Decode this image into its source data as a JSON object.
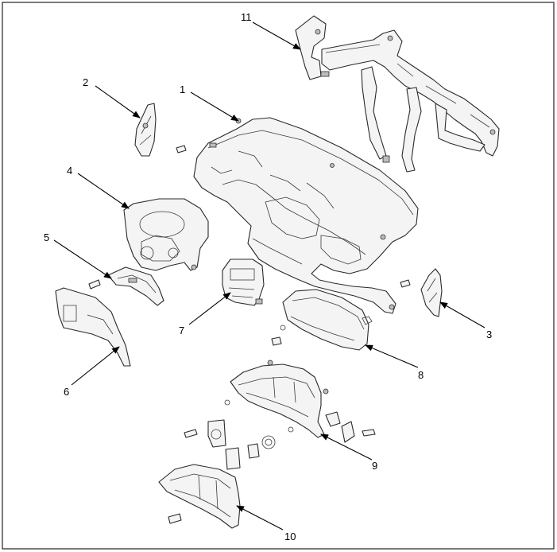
{
  "callouts": [
    {
      "id": "1",
      "label": "1"
    },
    {
      "id": "2",
      "label": "2"
    },
    {
      "id": "3",
      "label": "3"
    },
    {
      "id": "4",
      "label": "4"
    },
    {
      "id": "5",
      "label": "5"
    },
    {
      "id": "6",
      "label": "6"
    },
    {
      "id": "7",
      "label": "7"
    },
    {
      "id": "8",
      "label": "8"
    },
    {
      "id": "9",
      "label": "9"
    },
    {
      "id": "10",
      "label": "10"
    },
    {
      "id": "11",
      "label": "11"
    }
  ],
  "colors": {
    "line": "#2a2a2a",
    "fill": "#f4f4f4",
    "background": "#ffffff"
  }
}
